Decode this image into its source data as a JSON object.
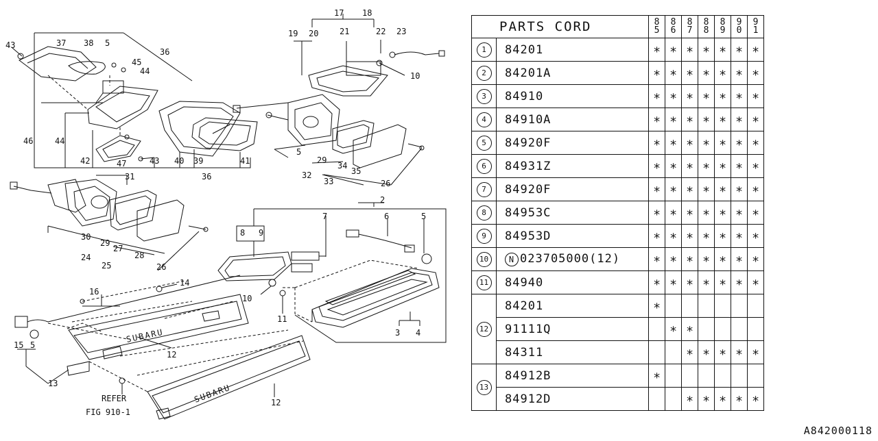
{
  "diagram": {
    "callouts": {
      "n43a": "43",
      "n37": "37",
      "n38": "38",
      "n5a": "5",
      "n36a": "36",
      "n45": "45",
      "n44a": "44",
      "n46": "46",
      "n44b": "44",
      "n42": "42",
      "n47": "47",
      "n43b": "43",
      "n40": "40",
      "n39": "39",
      "n41": "41",
      "n36b": "36",
      "n17": "17",
      "n18": "18",
      "n19": "19",
      "n20": "20",
      "n21": "21",
      "n22": "22",
      "n23": "23",
      "n10a": "10",
      "n5b": "5",
      "n29a": "29",
      "n34": "34",
      "n35": "35",
      "n32": "32",
      "n33": "33",
      "n26a": "26",
      "n31": "31",
      "n30": "30",
      "n29b": "29",
      "n27": "27",
      "n28": "28",
      "n24": "24",
      "n25": "25",
      "n26b": "26",
      "n2": "2",
      "n8": "8",
      "n9": "9",
      "n7": "7",
      "n6": "6",
      "n5c": "5",
      "n10b": "10",
      "n11": "11",
      "n3": "3",
      "n4": "4",
      "n16": "16",
      "n14": "14",
      "n15": "15",
      "n5d": "5",
      "n12a": "12",
      "n13": "13",
      "n12b": "12"
    },
    "emblem_text": "SUBARU",
    "refer_line1": "REFER",
    "refer_line2": "FIG 910-1"
  },
  "table": {
    "header": "PARTS CORD",
    "years": [
      [
        "8",
        "5"
      ],
      [
        "8",
        "6"
      ],
      [
        "8",
        "7"
      ],
      [
        "8",
        "8"
      ],
      [
        "8",
        "9"
      ],
      [
        "9",
        "0"
      ],
      [
        "9",
        "1"
      ]
    ],
    "mark": "∗",
    "rows": [
      {
        "ref": "1",
        "part": "84201",
        "marks": [
          1,
          1,
          1,
          1,
          1,
          1,
          1
        ]
      },
      {
        "ref": "2",
        "part": "84201A",
        "marks": [
          1,
          1,
          1,
          1,
          1,
          1,
          1
        ]
      },
      {
        "ref": "3",
        "part": "84910",
        "marks": [
          1,
          1,
          1,
          1,
          1,
          1,
          1
        ]
      },
      {
        "ref": "4",
        "part": "84910A",
        "marks": [
          1,
          1,
          1,
          1,
          1,
          1,
          1
        ]
      },
      {
        "ref": "5",
        "part": "84920F",
        "marks": [
          1,
          1,
          1,
          1,
          1,
          1,
          1
        ]
      },
      {
        "ref": "6",
        "part": "84931Z",
        "marks": [
          1,
          1,
          1,
          1,
          1,
          1,
          1
        ]
      },
      {
        "ref": "7",
        "part": "84920F",
        "marks": [
          1,
          1,
          1,
          1,
          1,
          1,
          1
        ]
      },
      {
        "ref": "8",
        "part": "84953C",
        "marks": [
          1,
          1,
          1,
          1,
          1,
          1,
          1
        ]
      },
      {
        "ref": "9",
        "part": "84953D",
        "marks": [
          1,
          1,
          1,
          1,
          1,
          1,
          1
        ]
      },
      {
        "ref": "10",
        "part_prefix": "N",
        "part": "023705000(12)",
        "marks": [
          1,
          1,
          1,
          1,
          1,
          1,
          1
        ]
      },
      {
        "ref": "11",
        "part": "84940",
        "marks": [
          1,
          1,
          1,
          1,
          1,
          1,
          1
        ]
      },
      {
        "ref": "12",
        "part": "84201",
        "marks": [
          1,
          0,
          0,
          0,
          0,
          0,
          0
        ],
        "group_start": 3
      },
      {
        "part": "91111Q",
        "marks": [
          0,
          1,
          1,
          0,
          0,
          0,
          0
        ]
      },
      {
        "part": "84311",
        "marks": [
          0,
          0,
          1,
          1,
          1,
          1,
          1
        ]
      },
      {
        "ref": "13",
        "part": "84912B",
        "marks": [
          1,
          0,
          0,
          0,
          0,
          0,
          0
        ],
        "group_start": 2
      },
      {
        "part": "84912D",
        "marks": [
          0,
          0,
          1,
          1,
          1,
          1,
          1
        ]
      }
    ]
  },
  "drawing_code": "A842000118"
}
